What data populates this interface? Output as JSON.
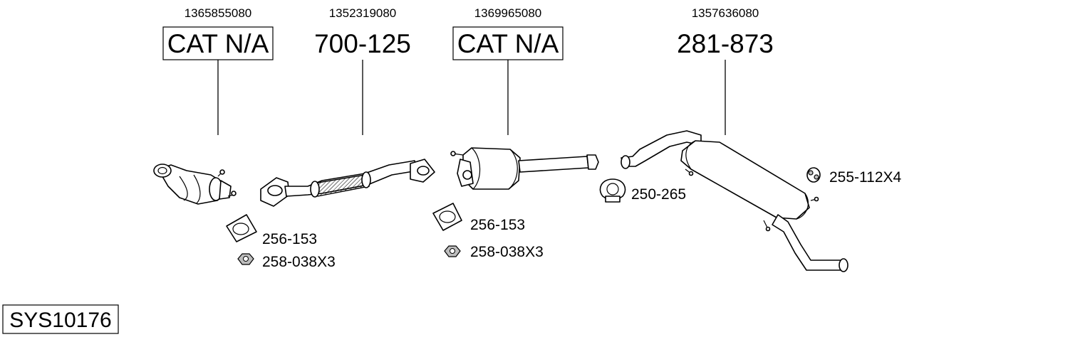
{
  "diagram": {
    "system_code": "SYS10176",
    "parts": [
      {
        "oem": "1365855080",
        "label": "CAT N/A"
      },
      {
        "oem": "1352319080",
        "label": "700-125"
      },
      {
        "oem": "1369965080",
        "label": "CAT N/A"
      },
      {
        "oem": "1357636080",
        "label": "281-873"
      }
    ],
    "accessories": [
      {
        "label": "256-153"
      },
      {
        "label": "258-038X3"
      },
      {
        "label": "256-153"
      },
      {
        "label": "258-038X3"
      },
      {
        "label": "250-265"
      },
      {
        "label": "255-112X4"
      }
    ]
  }
}
